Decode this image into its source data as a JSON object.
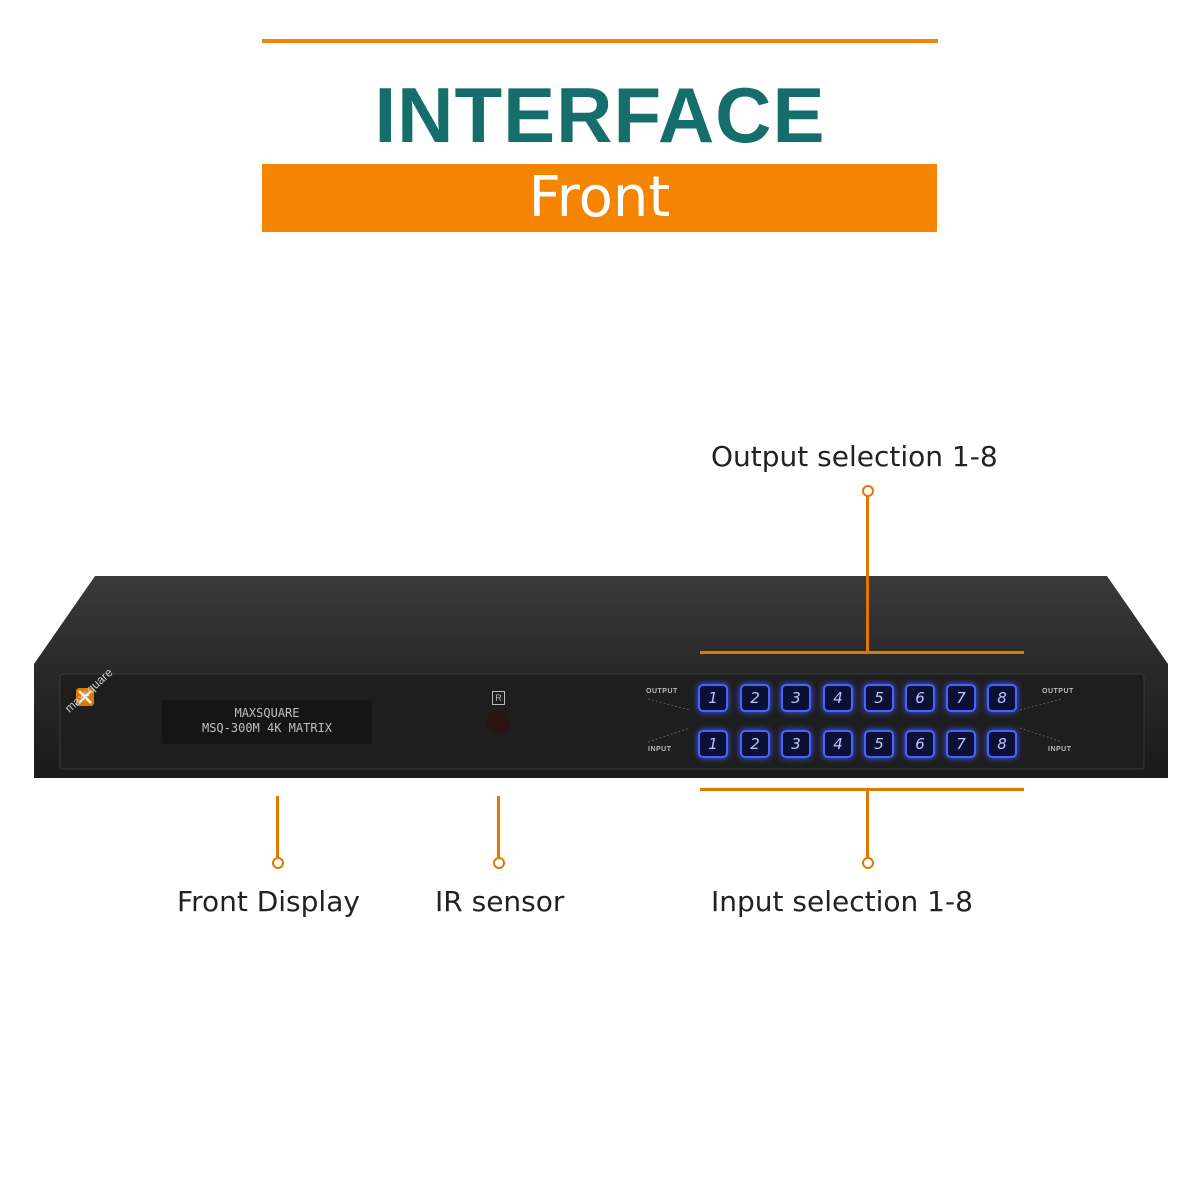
{
  "header": {
    "title": "INTERFACE",
    "subtitle": "Front"
  },
  "colors": {
    "accent": "#f58400",
    "title": "#166e6c",
    "callout": "#e07800",
    "button_glow": "#4a63ff",
    "chassis": "#2d2d2d"
  },
  "device": {
    "brand": "maxsquare",
    "display_line1": "MAXSQUARE",
    "display_line2": "MSQ-300M 4K MATRIX",
    "ir_mark": "R",
    "output_tag": "OUTPUT",
    "input_tag": "INPUT",
    "output_buttons": [
      "1",
      "2",
      "3",
      "4",
      "5",
      "6",
      "7",
      "8"
    ],
    "input_buttons": [
      "1",
      "2",
      "3",
      "4",
      "5",
      "6",
      "7",
      "8"
    ]
  },
  "callouts": {
    "output": "Output selection 1-8",
    "display": "Front Display",
    "ir": "IR sensor",
    "input": "Input selection 1-8"
  }
}
